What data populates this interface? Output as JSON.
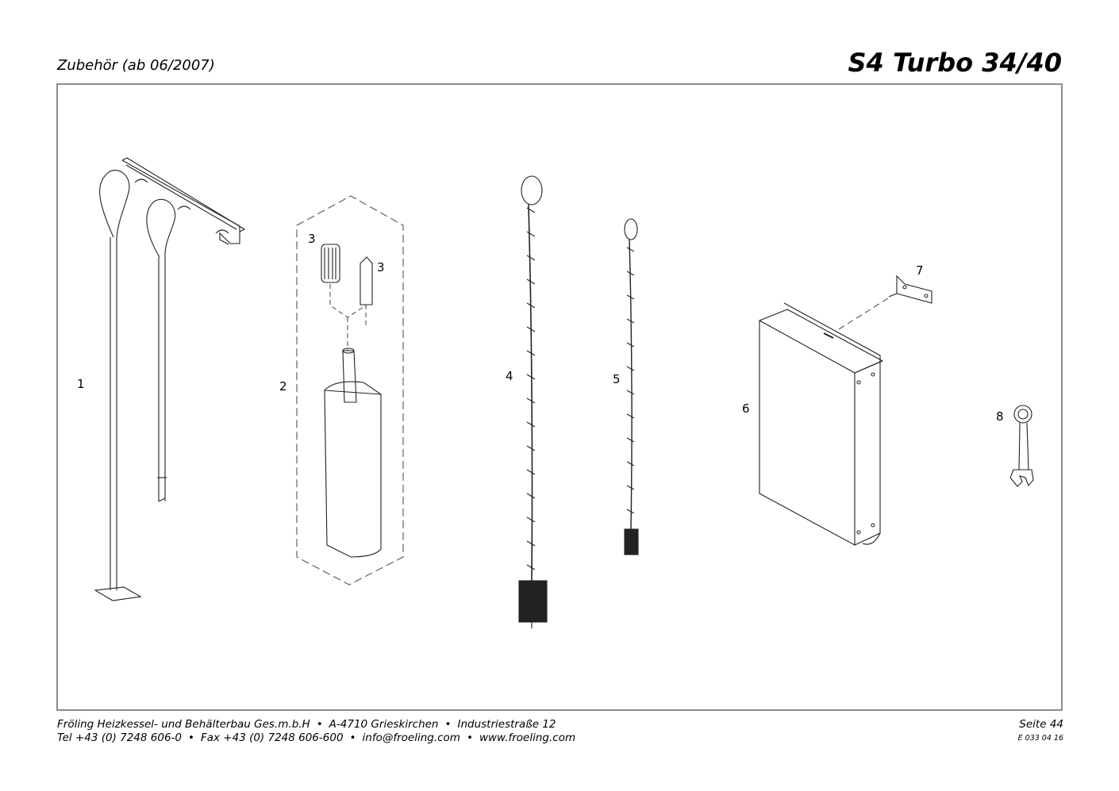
{
  "header": {
    "subtitle": "Zubehör (ab 06/2007)",
    "title": "S4 Turbo 34/40"
  },
  "parts": {
    "p1": "1",
    "p2": "2",
    "p3a": "3",
    "p3b": "3",
    "p4": "4",
    "p5": "5",
    "p6": "6",
    "p7": "7",
    "p8": "8"
  },
  "footer": {
    "line1": [
      "Fröling Heizkessel- und Behälterbau Ges.m.b.H",
      "A-4710 Grieskirchen",
      "Industriestraße 12"
    ],
    "line2": [
      "Tel +43 (0) 7248 606-0",
      "Fax +43 (0) 7248 606-600",
      "info@froeling.com",
      "www.froeling.com"
    ],
    "separator": "•",
    "page": "Seite 44",
    "doc_number": "E 033 04 16"
  }
}
